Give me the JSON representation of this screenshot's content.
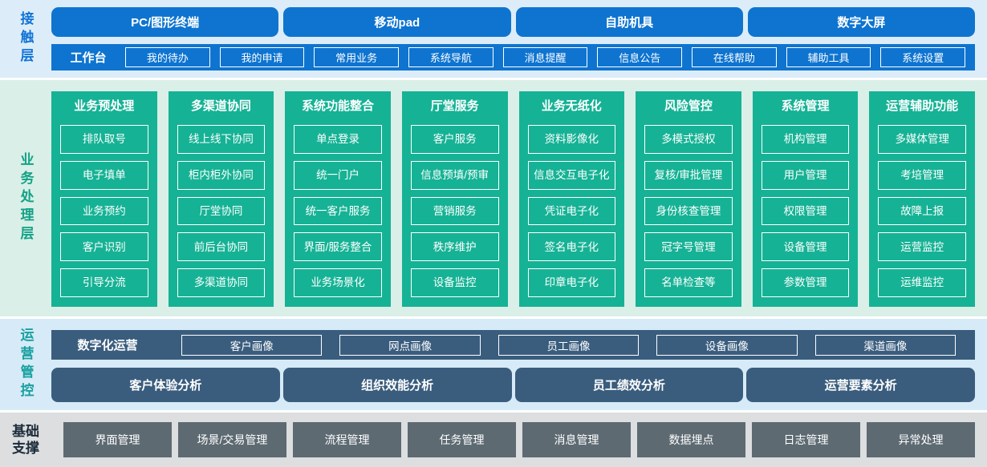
{
  "layers": {
    "contact": {
      "label": "接触层",
      "channels": [
        "PC/图形终端",
        "移动pad",
        "自助机具",
        "数字大屏"
      ],
      "workbench": {
        "label": "工作台",
        "items": [
          "我的待办",
          "我的申请",
          "常用业务",
          "系统导航",
          "消息提醒",
          "信息公告",
          "在线帮助",
          "辅助工具",
          "系统设置"
        ]
      }
    },
    "business": {
      "label": "业务处理层",
      "columns": [
        {
          "title": "业务预处理",
          "items": [
            "排队取号",
            "电子填单",
            "业务预约",
            "客户识别",
            "引导分流"
          ]
        },
        {
          "title": "多渠道协同",
          "items": [
            "线上线下协同",
            "柜内柜外协同",
            "厅堂协同",
            "前后台协同",
            "多渠道协同"
          ]
        },
        {
          "title": "系统功能整合",
          "items": [
            "单点登录",
            "统一门户",
            "统一客户服务",
            "界面/服务整合",
            "业务场景化"
          ]
        },
        {
          "title": "厅堂服务",
          "items": [
            "客户服务",
            "信息预填/预审",
            "营销服务",
            "秩序维护",
            "设备监控"
          ]
        },
        {
          "title": "业务无纸化",
          "items": [
            "资料影像化",
            "信息交互电子化",
            "凭证电子化",
            "签名电子化",
            "印章电子化"
          ]
        },
        {
          "title": "风险管控",
          "items": [
            "多模式授权",
            "复核/审批管理",
            "身份核查管理",
            "冠字号管理",
            "名单检查等"
          ]
        },
        {
          "title": "系统管理",
          "items": [
            "机构管理",
            "用户管理",
            "权限管理",
            "设备管理",
            "参数管理"
          ]
        },
        {
          "title": "运营辅助功能",
          "items": [
            "多媒体管理",
            "考培管理",
            "故障上报",
            "运营监控",
            "运维监控"
          ]
        }
      ]
    },
    "operations": {
      "label": "运营管控",
      "digital_ops": {
        "label": "数字化运营",
        "items": [
          "客户画像",
          "网点画像",
          "员工画像",
          "设备画像",
          "渠道画像"
        ]
      },
      "analysis": [
        "客户体验分析",
        "组织效能分析",
        "员工绩效分析",
        "运营要素分析"
      ]
    },
    "foundation": {
      "label": "基础支撑",
      "items": [
        "界面管理",
        "场景/交易管理",
        "流程管理",
        "任务管理",
        "消息管理",
        "数据埋点",
        "日志管理",
        "异常处理"
      ]
    }
  },
  "colors": {
    "primary_blue": "#0e74d0",
    "teal_green": "#16b295",
    "slate_blue": "#3a5d7e",
    "slate_gray": "#5d6a72",
    "contact_bg": "#dcedf9",
    "business_bg": "#d9efe7",
    "operations_bg": "#d6ebf7",
    "foundation_bg": "#dcdedf",
    "contact_label": "#1274d5",
    "business_label": "#13a287",
    "operations_label": "#18a0a0",
    "foundation_label": "#1c2b3a"
  }
}
